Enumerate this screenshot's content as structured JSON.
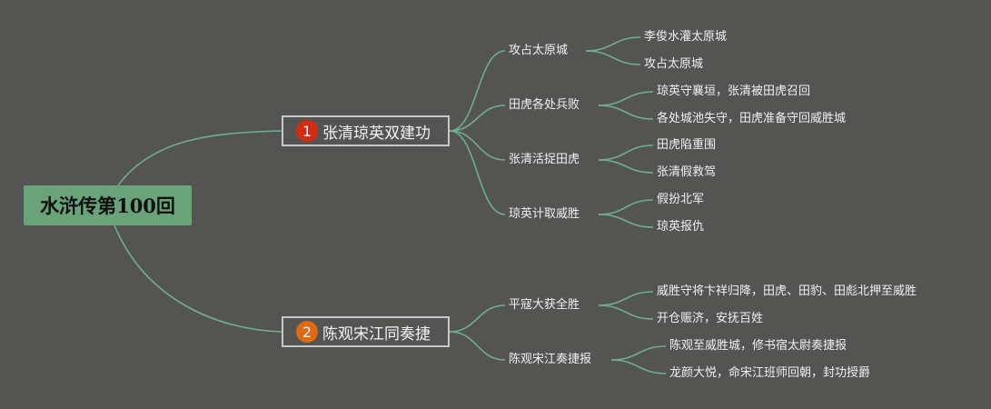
{
  "root": {
    "label": "水浒传第100回"
  },
  "branches": [
    {
      "number": "1",
      "badge_color": "#d42a12",
      "label": "张清琼英双建功",
      "topics": [
        {
          "label": "攻占太原城",
          "leaves": [
            "李俊水灌太原城",
            "攻占太原城"
          ]
        },
        {
          "label": "田虎各处兵败",
          "leaves": [
            "琼英守襄垣，张清被田虎召回",
            "各处城池失守，田虎准备守回威胜城"
          ]
        },
        {
          "label": "张清活捉田虎",
          "leaves": [
            "田虎陷重围",
            "张清假救驾"
          ]
        },
        {
          "label": "琼英计取威胜",
          "leaves": [
            "假扮北军",
            "琼英报仇"
          ]
        }
      ]
    },
    {
      "number": "2",
      "badge_color": "#e06a12",
      "label": "陈观宋江同奏捷",
      "topics": [
        {
          "label": "平寇大获全胜",
          "leaves": [
            "威胜守将卞祥归降，田虎、田豹、田彪北押至威胜",
            "开仓赈济，安抚百姓"
          ]
        },
        {
          "label": "陈观宋江奏捷报",
          "leaves": [
            "陈观至威胜城，修书宿太尉奏捷报",
            "龙颜大悦，命宋江班师回朝，封功授爵"
          ]
        }
      ]
    }
  ],
  "colors": {
    "background": "#545553",
    "line": "#6fae92",
    "root_fill": "#6aa27a",
    "branch_border": "#c8c8c8",
    "text": "#f0f0f0"
  }
}
